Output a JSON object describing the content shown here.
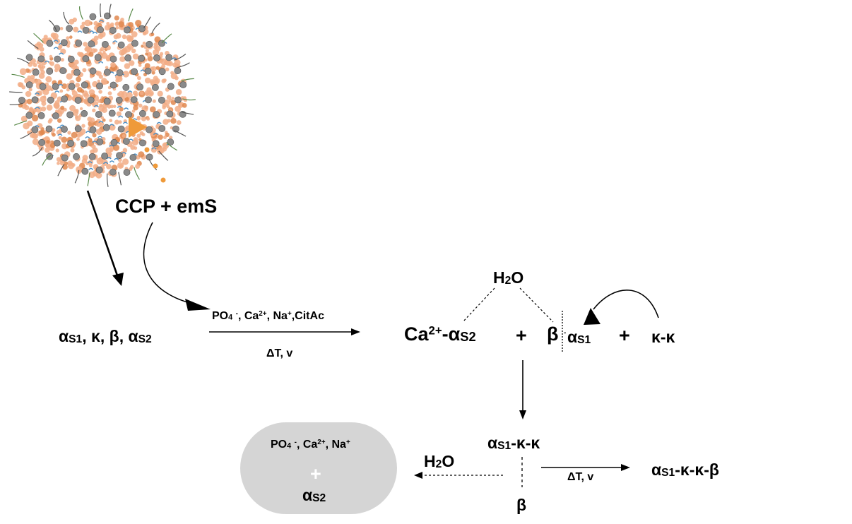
{
  "labels": {
    "ccp_ems": "CCP + emS",
    "start_caseins": "αS1, κ, β, αS2",
    "reaction1_above": "PO4 -, Ca2+, Na+,CitAc",
    "reaction1_below": "ΔT, v",
    "water_top": "H2O",
    "complex_ca_as2": "Ca2+-αS2",
    "plus": "+",
    "beta": "β",
    "alpha_s1": "αS1",
    "kappa_kappa": "κ-κ",
    "as1_kk": "αS1-κ-κ",
    "water_bottom": "H2O",
    "beta_bottom": "β",
    "reaction2_below": "ΔT, v",
    "product": "αS1-κ-κ-β",
    "pill_top": "PO4 -, Ca2+, Na+",
    "pill_plus": "+",
    "pill_bottom": "αS2"
  },
  "colors": {
    "micelle_orange": "#f2ad86",
    "micelle_orange_dark": "#e0874e",
    "accent_orange": "#ef9a3a",
    "phosphate_gray": "#8a8a8a",
    "phosphate_gray_dark": "#555555",
    "hairs_blue": "#4a8fc6",
    "hairs_green": "#5a8a4a",
    "pill_fill": "#d5d5d5"
  },
  "icons": {
    "micelle": "casein-micelle-illustration"
  }
}
